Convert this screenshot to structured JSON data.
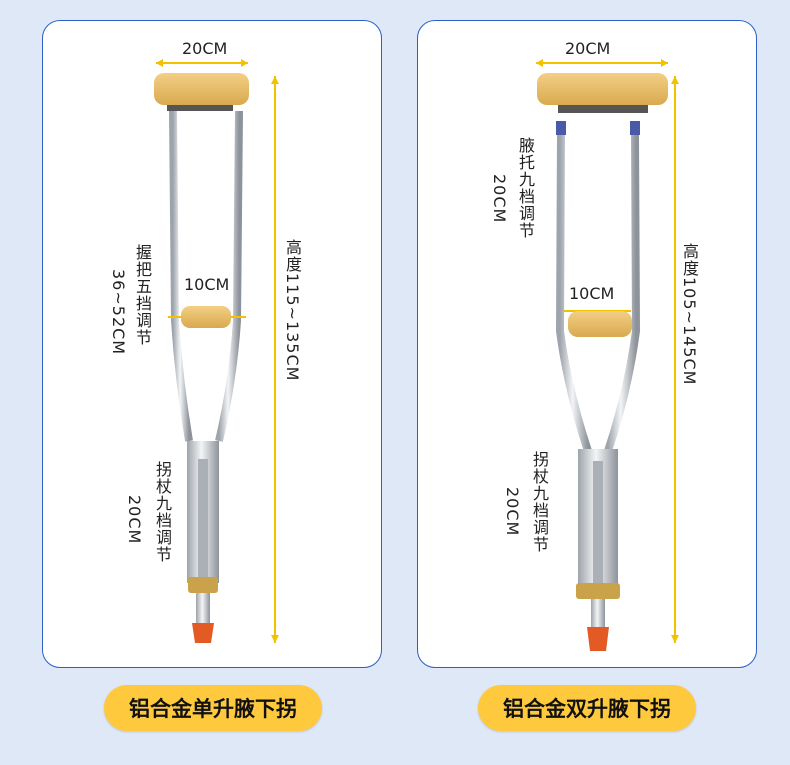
{
  "left": {
    "top_width": "20CM",
    "grip_width": "10CM",
    "grip_adjust_text": "握把五挡调节",
    "grip_adjust_range": "36~52CM",
    "height_text": "高度115~135CM",
    "leg_adjust_text": "拐杖九档调节",
    "leg_adjust_range": "20CM",
    "badge": "铝合金单升腋下拐"
  },
  "right": {
    "top_width": "20CM",
    "grip_width": "10CM",
    "armpit_adjust_text": "腋托九档调节",
    "armpit_adjust_range": "20CM",
    "height_text": "高度105~145CM",
    "leg_adjust_text": "拐杖九档调节",
    "leg_adjust_range": "20CM",
    "badge": "铝合金双升腋下拐"
  },
  "colors": {
    "panel_border": "#2d5fc7",
    "page_bg": "#dfe8f7",
    "dimension_line": "#f2c200",
    "badge_bg": "#ffc93d",
    "pad": "#e8bc6a",
    "tube": "#c9cdd3"
  }
}
